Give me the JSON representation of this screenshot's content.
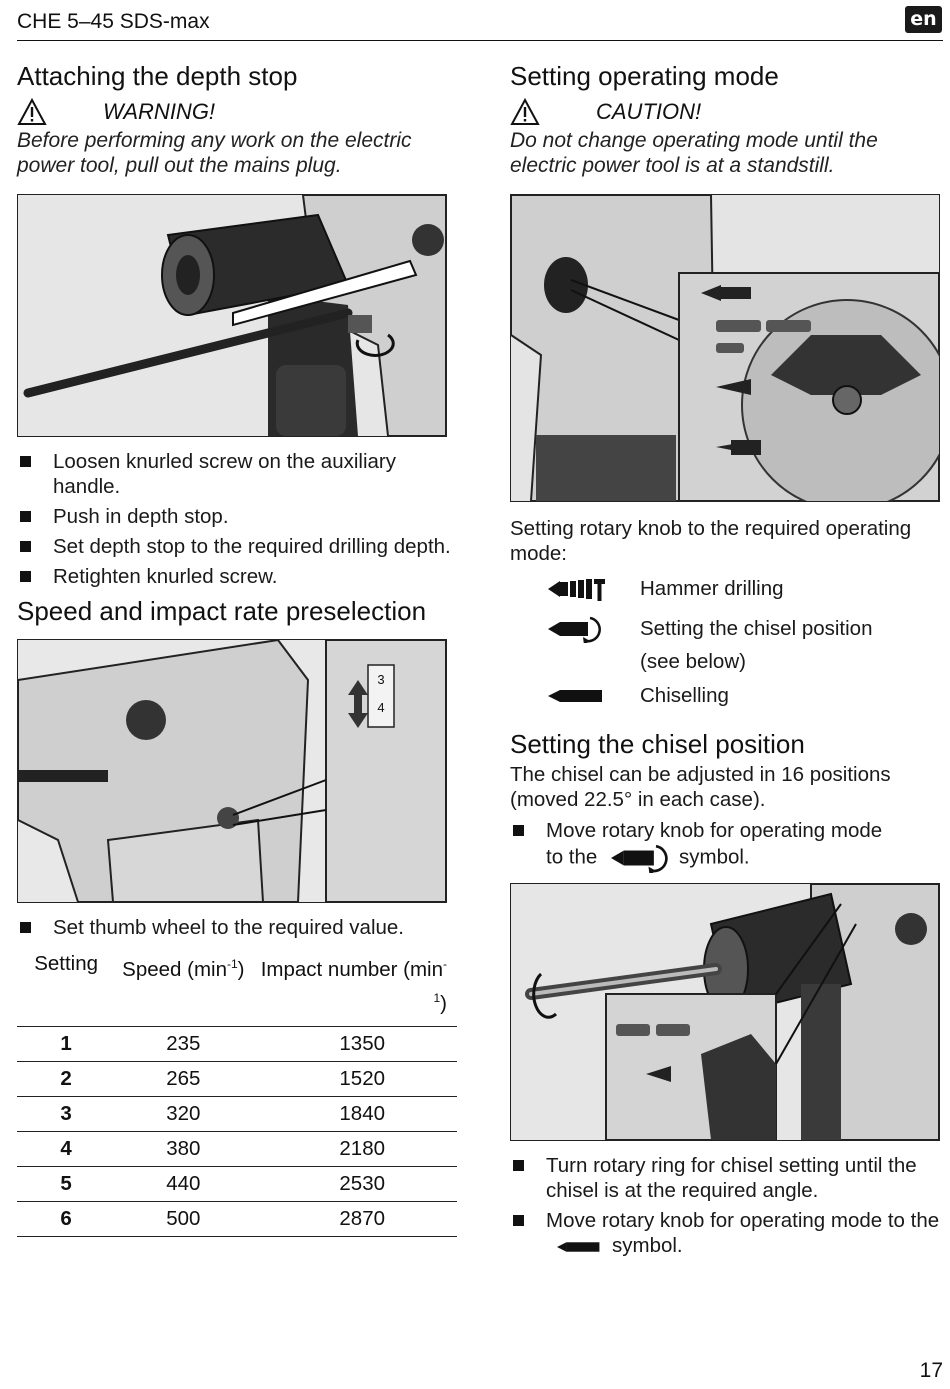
{
  "header": {
    "title": "CHE 5–45 SDS-max",
    "lang": "en"
  },
  "left": {
    "section1_title": "Attaching the depth stop",
    "warning_label": "WARNING!",
    "warning_text": "Before performing any work on the electric power tool, pull out the mains plug.",
    "bullets1": [
      "Loosen knurled screw on the auxiliary handle.",
      "Push in depth stop.",
      "Set depth stop to the required drilling depth.",
      "Retighten knurled screw."
    ],
    "section2_title": "Speed and impact rate preselection",
    "fig2_marks": [
      "3",
      "4"
    ],
    "bullet2": "Set thumb wheel to the required value.",
    "table": {
      "headers": [
        "Setting",
        "Speed (min",
        "Impact number (min"
      ],
      "sup": "-1",
      "close": ")",
      "rows": [
        [
          "1",
          "235",
          "1350"
        ],
        [
          "2",
          "265",
          "1520"
        ],
        [
          "3",
          "320",
          "1840"
        ],
        [
          "4",
          "380",
          "2180"
        ],
        [
          "5",
          "440",
          "2530"
        ],
        [
          "6",
          "500",
          "2870"
        ]
      ]
    }
  },
  "right": {
    "section1_title": "Setting operating mode",
    "caution_label": "CAUTION!",
    "caution_text": "Do not change operating mode until the electric power tool is at a standstill.",
    "intro": "Setting rotary knob to the required operating mode:",
    "modes": [
      {
        "icon": "hammer-drilling-icon",
        "label": "Hammer drilling"
      },
      {
        "icon": "chisel-position-icon",
        "label": "Setting the chisel position"
      },
      {
        "icon": "chiselling-icon",
        "label": "Chiselling"
      }
    ],
    "modes_note": "(see below)",
    "section2_title": "Setting the chisel position",
    "chisel_text": "The chisel can be adjusted in 16 positions (moved 22.5° in each case).",
    "bullet_a_pre": "Move rotary knob for operating mode to the",
    "bullet_a_post": "symbol.",
    "bullet_b": "Turn rotary ring for chisel setting until the chisel is at the required angle.",
    "bullet_c_pre": "Move rotary knob for operating mode to the",
    "bullet_c_post": "symbol."
  },
  "page_number": "17"
}
